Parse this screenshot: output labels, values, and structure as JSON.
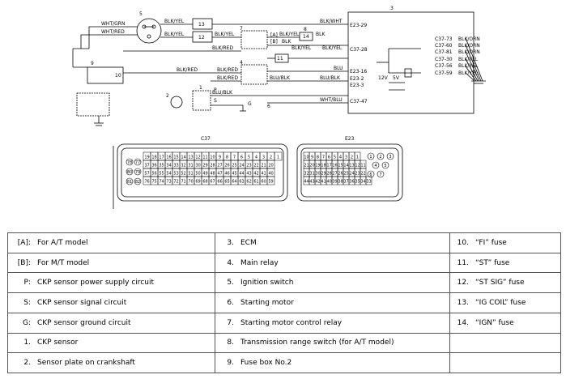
{
  "diagram": {
    "wire_labels": {
      "wht_grn": "WHT/GRN",
      "wht_red": "WHT/RED",
      "blk_yel_a": "BLK/YEL",
      "blk_yel_b": "BLK/YEL",
      "blk_yel_c": "BLK/YEL",
      "blk_red_a": "BLK/RED",
      "blk_red_b": "BLK/RED",
      "blk_red_c": "BLK/RED",
      "blk_red_d": "BLK/RED",
      "blk_wht": "BLK/WHT",
      "blk_a": "BLK",
      "blk_b": "BLK",
      "blk_yel_d": "BLK/YEL",
      "blk_yel_e": "BLK/YEL",
      "blu": "BLU",
      "blu_blk_a": "BLU/BLK",
      "blu_blk_b": "BLU/BLK",
      "blu_blk_c": "BLU/BLK",
      "blk_yel_f": "BLK/YEL",
      "wht_blu": "WHT/BLU",
      "tag_a": "[A]",
      "tag_b": "[B]"
    },
    "terminals": [
      "E23-29",
      "C37-28",
      "E23-16",
      "E23-2",
      "E23-3",
      "C37-47"
    ],
    "right_terminals": [
      "C37-73",
      "C37-60",
      "C37-81",
      "C37-30",
      "C37-56",
      "C37-59"
    ],
    "right_wires": [
      "BLK/ORN",
      "BLK/ORN",
      "BLK/ORN",
      "BLK/YEL",
      "BLK/YEL",
      "BLK/YEL"
    ],
    "callouts": [
      "3",
      "5",
      "13",
      "12",
      "7",
      "8",
      "4",
      "11",
      "14",
      "6",
      "9",
      "10",
      "1",
      "2",
      "P",
      "S",
      "G"
    ],
    "voltages": [
      "12V",
      "5V"
    ],
    "connector_c37": "C37",
    "connector_e23": "E23",
    "c37_rows": [
      [
        "19",
        "18",
        "17",
        "16",
        "15",
        "14",
        "13",
        "12",
        "11",
        "10",
        "9",
        "8",
        "7",
        "6",
        "5",
        "4",
        "3",
        "2",
        "1"
      ],
      [
        "37",
        "36",
        "35",
        "34",
        "33",
        "32",
        "31",
        "30",
        "29",
        "28",
        "27",
        "26",
        "25",
        "24",
        "23",
        "22",
        "21",
        "20"
      ],
      [
        "57",
        "56",
        "55",
        "54",
        "53",
        "52",
        "51",
        "50",
        "49",
        "48",
        "47",
        "46",
        "45",
        "44",
        "43",
        "42",
        "41",
        "40"
      ],
      [
        "76",
        "75",
        "74",
        "73",
        "72",
        "71",
        "70",
        "69",
        "68",
        "67",
        "66",
        "65",
        "64",
        "63",
        "62",
        "61",
        "60",
        "59"
      ]
    ],
    "c37_round": [
      "78",
      "77",
      "80",
      "79",
      "81",
      "82"
    ],
    "e23_rows": [
      [
        "10",
        "9",
        "8",
        "7",
        "6",
        "5",
        "4",
        "3",
        "2",
        "1"
      ],
      [
        "21",
        "20",
        "19",
        "18",
        "17",
        "16",
        "15",
        "14",
        "13",
        "12",
        "11"
      ],
      [
        "32",
        "31",
        "30",
        "29",
        "28",
        "27",
        "26",
        "25",
        "24",
        "23",
        "22"
      ],
      [
        "44",
        "43",
        "42",
        "41",
        "40",
        "39",
        "38",
        "37",
        "36",
        "35",
        "34",
        "33"
      ]
    ],
    "e23_round": [
      "1",
      "2",
      "3",
      "4",
      "5",
      "6",
      "7"
    ]
  },
  "legend": [
    [
      {
        "key": "[A]:",
        "text": "For A/T model"
      },
      {
        "key": "3.",
        "text": "ECM"
      },
      {
        "key": "10.",
        "text": "“FI” fuse"
      }
    ],
    [
      {
        "key": "[B]:",
        "text": "For M/T model"
      },
      {
        "key": "4.",
        "text": "Main relay"
      },
      {
        "key": "11.",
        "text": "“ST” fuse"
      }
    ],
    [
      {
        "key": "P:",
        "text": "CKP sensor power supply circuit"
      },
      {
        "key": "5.",
        "text": "Ignition switch"
      },
      {
        "key": "12.",
        "text": "“ST SIG” fuse"
      }
    ],
    [
      {
        "key": "S:",
        "text": "CKP sensor signal circuit"
      },
      {
        "key": "6.",
        "text": "Starting motor"
      },
      {
        "key": "13.",
        "text": "“IG COIL” fuse"
      }
    ],
    [
      {
        "key": "G:",
        "text": "CKP sensor ground circuit"
      },
      {
        "key": "7.",
        "text": "Starting motor control relay"
      },
      {
        "key": "14.",
        "text": "“IGN” fuse"
      }
    ],
    [
      {
        "key": "1.",
        "text": "CKP sensor"
      },
      {
        "key": "8.",
        "text": "Transmission range switch (for A/T model)"
      },
      {
        "key": "",
        "text": ""
      }
    ],
    [
      {
        "key": "2.",
        "text": "Sensor plate on crankshaft"
      },
      {
        "key": "9.",
        "text": "Fuse box No.2"
      },
      {
        "key": "",
        "text": ""
      }
    ]
  ]
}
